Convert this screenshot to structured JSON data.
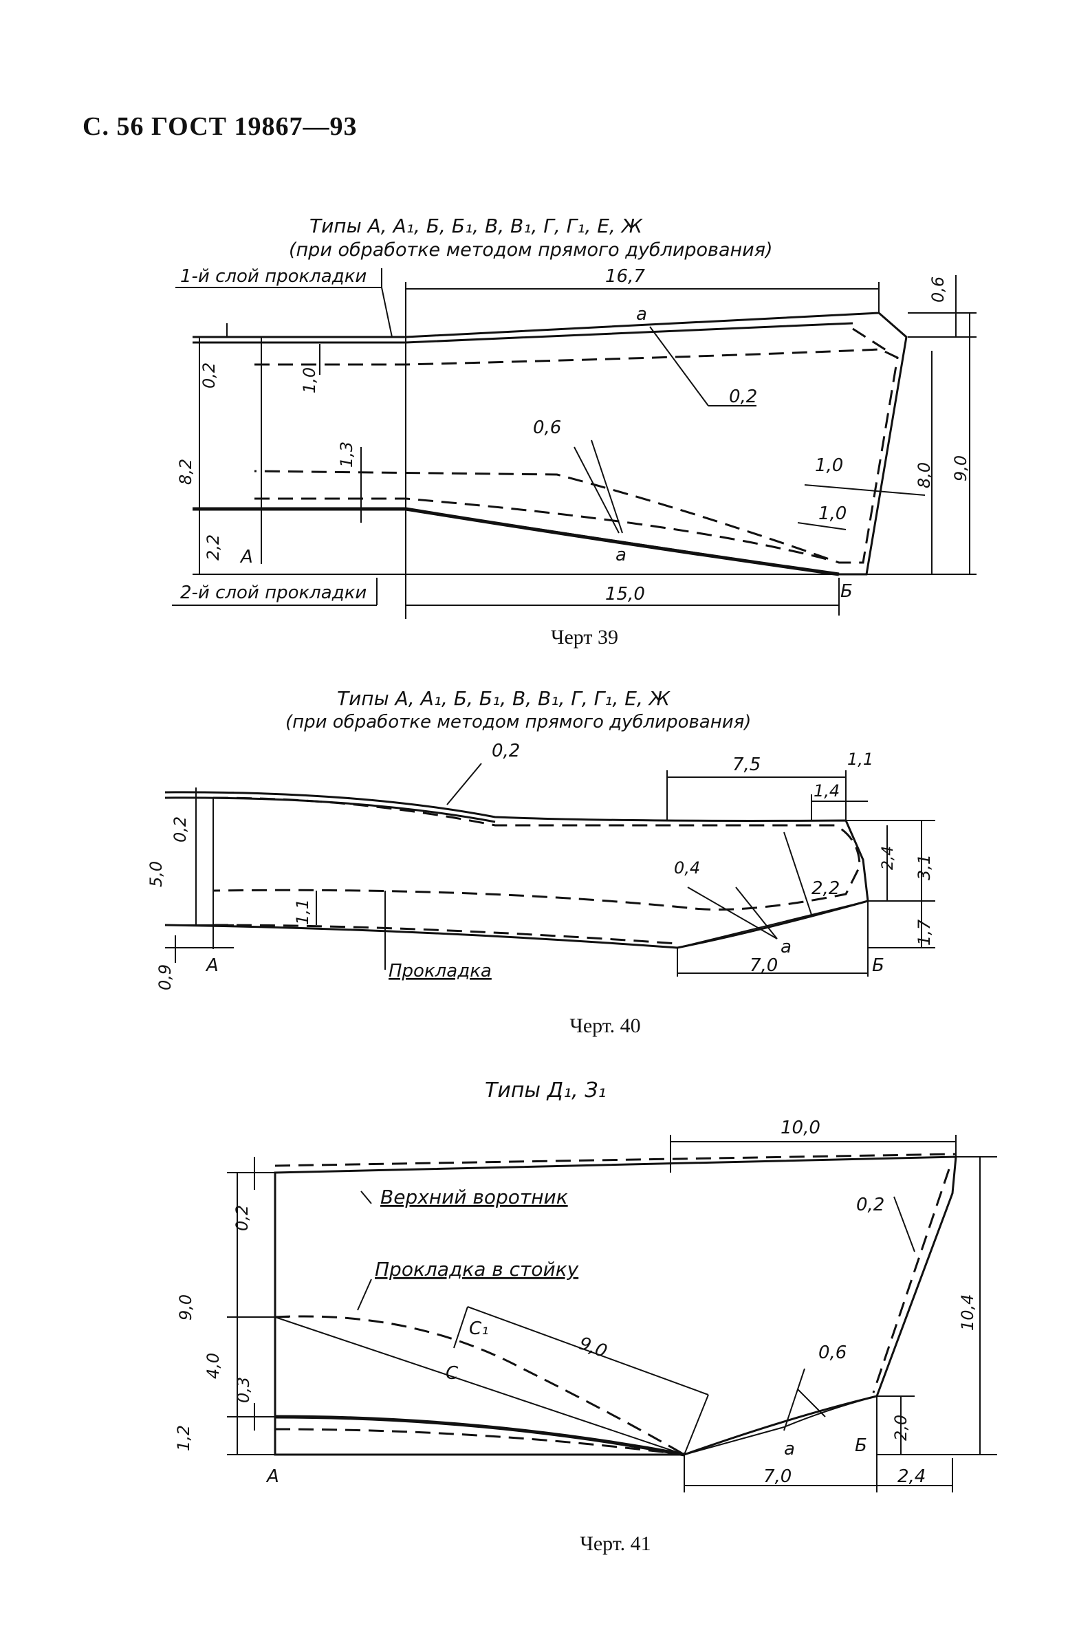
{
  "header": "С. 56 ГОСТ 19867—93",
  "fig39": {
    "title_line1": "Типы  А, А₁, Б, Б₁, В, В₁, Г, Г₁, Е, Ж",
    "title_line2": "(при обработке методом прямого дублирования)",
    "label_layer1": "1-й слой прокладки",
    "label_layer2": "2-й слой прокладки",
    "dim_top": "16,7",
    "dim_bottom": "15,0",
    "dim_06_top": "0,6",
    "dim_02_left": "0,2",
    "dim_10_left": "1,0",
    "dim_13": "1,3",
    "dim_82": "8,2",
    "dim_22": "2,2",
    "dim_06_mid": "0,6",
    "dim_02_mid": "0,2",
    "dim_10_right": "1,0",
    "dim_10_right2": "1,0",
    "dim_80": "8,0",
    "dim_90": "9,0",
    "point_a_top": "а",
    "point_a_bottom": "а",
    "point_A": "А",
    "point_B": "Б",
    "caption": "Черт  39"
  },
  "fig40": {
    "title_line1": "Типы  А, А₁, Б, Б₁, В, В₁, Г, Г₁, Е, Ж",
    "title_line2": "(при обработке методом прямого дублирования)",
    "dim_02_top": "0,2",
    "dim_75": "7,5",
    "dim_11_top": "1,1",
    "dim_14": "1,4",
    "dim_02_left": "0,2",
    "dim_50": "5,0",
    "dim_11_left": "1,1",
    "dim_09": "0,9",
    "dim_04": "0,4",
    "dim_22": "2,2",
    "dim_24": "2,4",
    "dim_31": "3,1",
    "dim_17": "1,7",
    "dim_70": "7,0",
    "label_pad": "Прокладка",
    "point_A": "А",
    "point_a": "а",
    "point_B": "Б",
    "caption": "Черт. 40"
  },
  "fig41": {
    "title": "Типы  Д₁, З₁",
    "dim_100": "10,0",
    "dim_02_left": "0,2",
    "label_upper": "Верхний воротник",
    "dim_02_right": "0,2",
    "label_pad": "Прокладка в стойку",
    "dim_90_left": "9,0",
    "dim_90_diag": "9,0",
    "point_C1": "С₁",
    "point_C": "С",
    "dim_40": "4,0",
    "dim_03": "0,3",
    "dim_12": "1,2",
    "dim_06": "0,6",
    "dim_104": "10,4",
    "dim_20": "2,0",
    "dim_70": "7,0",
    "dim_24": "2,4",
    "point_A": "А",
    "point_a": "а",
    "point_B": "Б",
    "caption": "Черт. 41"
  }
}
